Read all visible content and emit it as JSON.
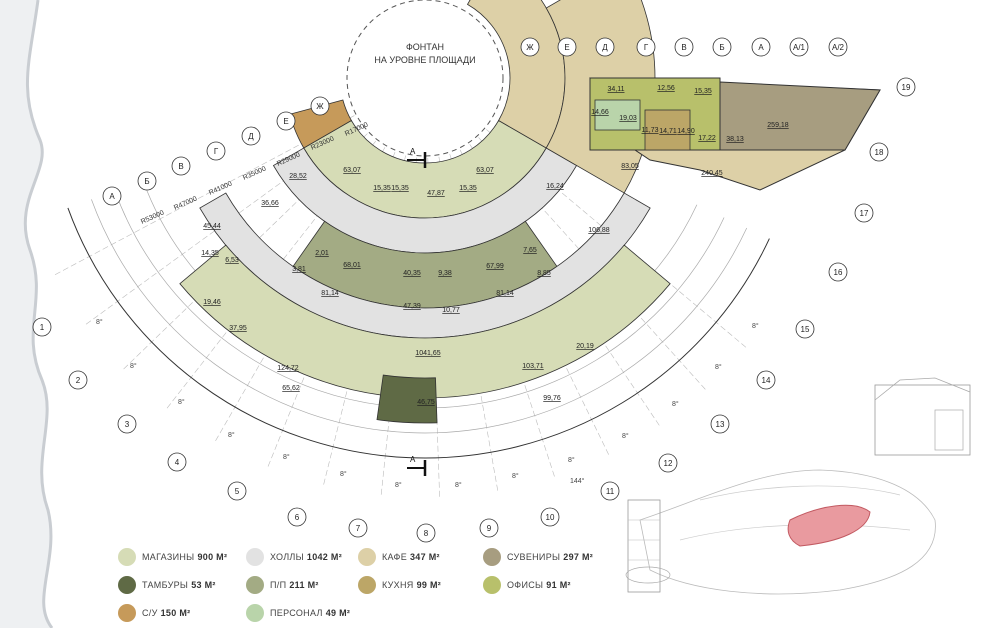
{
  "fountain": {
    "line1": "ФОНТАН",
    "line2": "НА УРОВНЕ ПЛОЩАДИ"
  },
  "section_marks": [
    "А",
    "А"
  ],
  "radii": [
    "R53000",
    "R47000",
    "R41000",
    "R35000",
    "R29000",
    "R23000",
    "R17000"
  ],
  "letter_axes_left": [
    "А",
    "Б",
    "В",
    "Г",
    "Д",
    "Е",
    "Ж"
  ],
  "letter_axes_top": [
    "Ж",
    "Е",
    "Д",
    "Г",
    "В",
    "Б",
    "А",
    "А/1",
    "А/2"
  ],
  "number_axes": [
    "1",
    "2",
    "3",
    "4",
    "5",
    "6",
    "7",
    "8",
    "9",
    "10",
    "11",
    "12",
    "13",
    "14",
    "15",
    "16",
    "17",
    "18",
    "19"
  ],
  "angles": [
    "8°",
    "8°",
    "8°",
    "8°",
    "8°",
    "8°",
    "8°",
    "8°",
    "8°",
    "8°",
    "8°",
    "8°",
    "8°",
    "8°",
    "144°"
  ],
  "rooms": [
    "63,07",
    "47,87",
    "63,07",
    "28,52",
    "36,66",
    "45,44",
    "14,35",
    "6,53",
    "15,35",
    "15,35",
    "15,35",
    "68,01",
    "40,35",
    "67,99",
    "81,14",
    "47,39",
    "81,14",
    "19,46",
    "37,95",
    "1041,65",
    "124,72",
    "103,71",
    "20,19",
    "65,62",
    "46,75",
    "99,76",
    "34,11",
    "12,56",
    "15,35",
    "14,66",
    "19,03",
    "11,73",
    "14,71",
    "14,90",
    "17,22",
    "38,13",
    "259,18",
    "83,05",
    "240,45",
    "106,88",
    "16,24",
    "10,77",
    "8,85",
    "7,65",
    "3,81",
    "2,01",
    "9,38"
  ],
  "legend": [
    {
      "label": "МАГАЗИНЫ",
      "value": "900",
      "unit": "М²",
      "color": "#d6dcb6"
    },
    {
      "label": "ХОЛЛЫ",
      "value": "1042",
      "unit": "М²",
      "color": "#e2e2e2"
    },
    {
      "label": "КАФЕ",
      "value": "347",
      "unit": "М²",
      "color": "#ddd0a7"
    },
    {
      "label": "СУВЕНИРЫ",
      "value": "297",
      "unit": "М²",
      "color": "#a79d80"
    },
    {
      "label": "ТАМБУРЫ",
      "value": "53",
      "unit": "М²",
      "color": "#5f6a45"
    },
    {
      "label": "П/П",
      "value": "211",
      "unit": "М²",
      "color": "#a3ab84"
    },
    {
      "label": "КУХНЯ",
      "value": "99",
      "unit": "М²",
      "color": "#bca667"
    },
    {
      "label": "ОФИСЫ",
      "value": "91",
      "unit": "М²",
      "color": "#b8c06b"
    },
    {
      "label": "С/У",
      "value": "150",
      "unit": "М²",
      "color": "#c69a5a"
    },
    {
      "label": "ПЕРСОНАЛ",
      "value": "49",
      "unit": "М²",
      "color": "#b9d4aa"
    }
  ]
}
